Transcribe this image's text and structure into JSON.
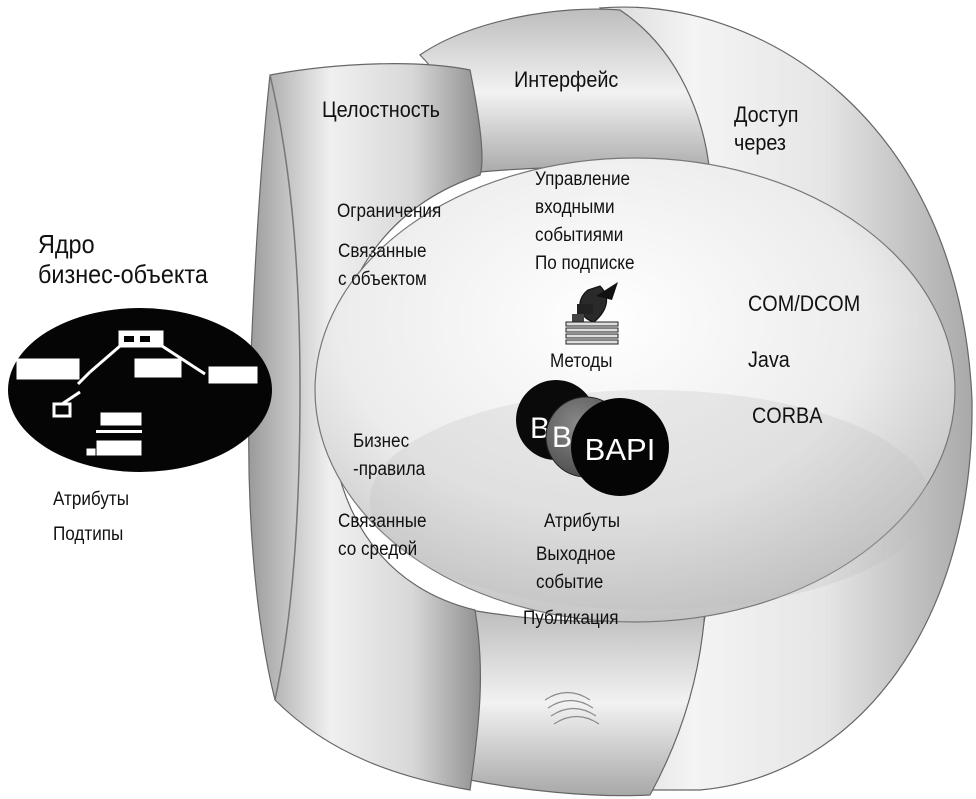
{
  "core": {
    "title_line1": "Ядро",
    "title_line2": "бизнес-объекта",
    "attr1": "Атрибуты",
    "attr2": "Подтипы"
  },
  "layers": {
    "integrity": "Целостность",
    "interface": "Интерфейс",
    "access_line1": "Доступ",
    "access_line2": "через"
  },
  "integrity_items": {
    "constraints": "Ограничения",
    "obj_related_line1": "Связанные",
    "obj_related_line2": "с объектом",
    "rules_line1": "Бизнес",
    "rules_line2": "-правила",
    "env_related_line1": "Связанные",
    "env_related_line2": "со средой"
  },
  "interface_items": {
    "in_events_line1": "Управление",
    "in_events_line2": "входными",
    "in_events_line3": "событиями",
    "subscription": "По подписке",
    "methods": "Методы",
    "attributes": "Атрибуты",
    "out_event_line1": "Выходное",
    "out_event_line2": "событие",
    "publication": "Публикация"
  },
  "access_items": {
    "com": "COM/DCOM",
    "java": "Java",
    "corba": "CORBA"
  },
  "bapi": {
    "coin1": "B",
    "coin2": "B",
    "coin3": "BAPI"
  }
}
